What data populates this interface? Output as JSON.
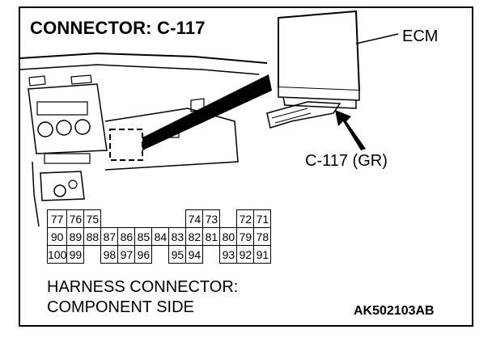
{
  "title": "CONNECTOR: C-117",
  "ecm_label": "ECM",
  "connector_label": "C-117 (GR)",
  "harness_line1": "HARNESS CONNECTOR:",
  "harness_line2": "COMPONENT SIDE",
  "figure_code": "AK502103AB",
  "pins": {
    "row1": [
      "77",
      "76",
      "75",
      "",
      "",
      "",
      "",
      "",
      "74",
      "73",
      "",
      "72",
      "71"
    ],
    "row2": [
      "90",
      "89",
      "88",
      "87",
      "86",
      "85",
      "84",
      "83",
      "82",
      "81",
      "80",
      "79",
      "78"
    ],
    "row3": [
      "100",
      "99",
      "",
      "98",
      "97",
      "96",
      "",
      "95",
      "94",
      "",
      "93",
      "92",
      "91"
    ]
  }
}
